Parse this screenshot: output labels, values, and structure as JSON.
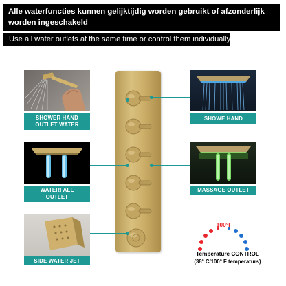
{
  "banner": {
    "dutch_line1": "Alle waterfuncties kunnen gelijktijdig worden gebruikt of afzonderlijk",
    "dutch_line2": "worden ingeschakeld",
    "english": "Use all water outlets at the same time or control them individually"
  },
  "features": [
    {
      "id": "shower-hand-outlet-water",
      "caption_line1": "SHOWER HAND",
      "caption_line2": "OUTLET WATER",
      "side": "left"
    },
    {
      "id": "waterfall-outlet",
      "caption_line1": "WATERFALL",
      "caption_line2": "OUTLET",
      "side": "left"
    },
    {
      "id": "side-water-jet",
      "caption_line1": "SIDE WATER JET",
      "caption_line2": "",
      "side": "left"
    },
    {
      "id": "showe-hand",
      "caption_line1": "SHOWE HAND",
      "caption_line2": "",
      "side": "right"
    },
    {
      "id": "massage-outlet",
      "caption_line1": "MASSAGE OUTLET",
      "caption_line2": "",
      "side": "right"
    }
  ],
  "temperature": {
    "value_label": "100°F",
    "title": "Temperature CONTROL",
    "range": "(38° C/100° F temperaturs)"
  },
  "colors": {
    "accent_teal": "#1e9993",
    "brushed_gold": "#cdb06a",
    "hot_red": "#e8252a",
    "cold_blue": "#1f6fd0"
  }
}
